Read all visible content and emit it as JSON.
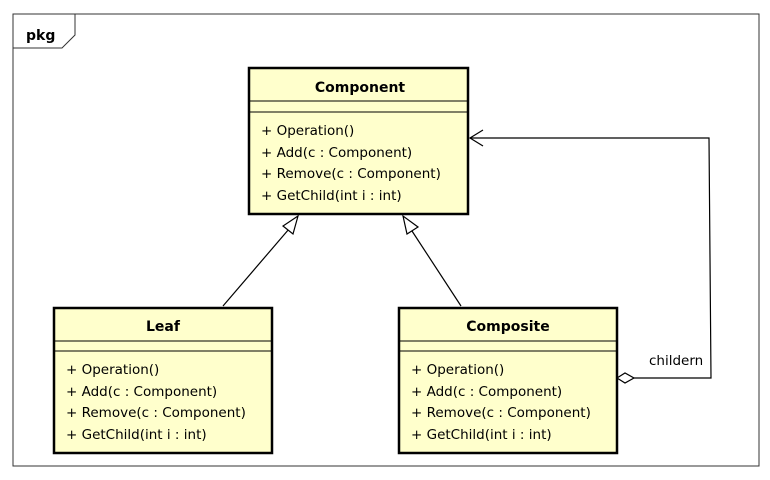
{
  "package": {
    "label": "pkg"
  },
  "classes": [
    {
      "name": "Component",
      "operations": [
        "+ Operation()",
        "+ Add(c : Component)",
        "+ Remove(c : Component)",
        "+ GetChild(int i : int)"
      ]
    },
    {
      "name": "Leaf",
      "operations": [
        "+ Operation()",
        "+ Add(c : Component)",
        "+ Remove(c : Component)",
        "+ GetChild(int i : int)"
      ]
    },
    {
      "name": "Composite",
      "operations": [
        "+ Operation()",
        "+ Add(c : Component)",
        "+ Remove(c : Component)",
        "+ GetChild(int i : int)"
      ]
    }
  ],
  "relations": {
    "association_label": "childern"
  },
  "colors": {
    "class_fill": "#ffffcc",
    "stroke": "#000000",
    "package_stroke": "#333333"
  }
}
